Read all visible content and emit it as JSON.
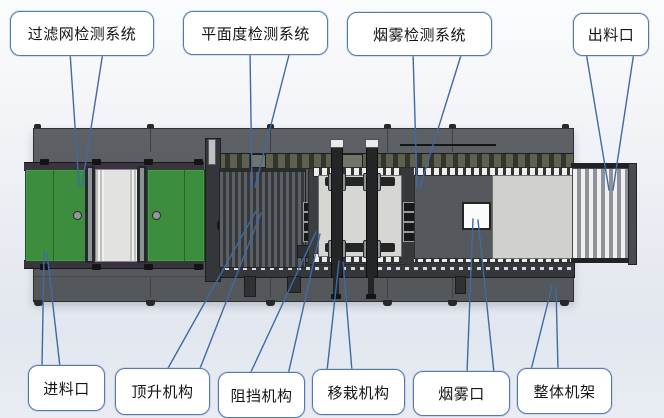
{
  "callouts": {
    "top": [
      {
        "label": "过滤网检测系统"
      },
      {
        "label": "平面度检测系统"
      },
      {
        "label": "烟雾检测系统"
      },
      {
        "label": "出料口"
      }
    ],
    "bottom": [
      {
        "label": "进料口"
      },
      {
        "label": "顶升机构"
      },
      {
        "label": "阻挡机构"
      },
      {
        "label": "移栽机构"
      },
      {
        "label": "烟雾口"
      },
      {
        "label": "整体机架"
      }
    ]
  },
  "machine": {
    "parts": [
      "main-frame",
      "inlet-belt-conveyor",
      "roller-section",
      "flatness-slat-conveyor",
      "transfer-mechanism",
      "smoke-chamber",
      "smoke-port-window",
      "outlet-roller-conveyor"
    ]
  },
  "colors": {
    "callout_border": "#5579af",
    "leader_line": "#3f6aa5",
    "frame_gray": "#54575a",
    "belt_green": "#3c8d3e",
    "plate_light": "#d6d6d3",
    "window_white": "#fbfbfb",
    "background_top": "#fbfcfd",
    "background_bottom": "#e9edf3"
  }
}
